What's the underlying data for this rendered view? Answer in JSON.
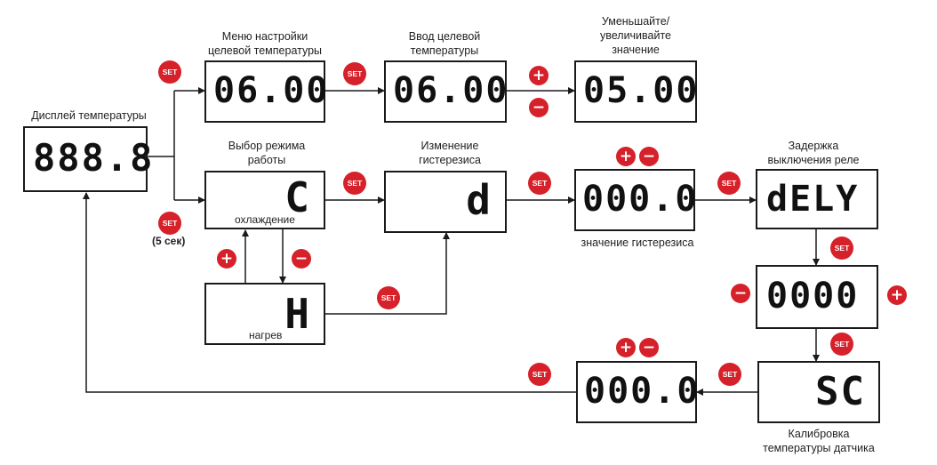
{
  "colors": {
    "accent": "#d6202a",
    "stroke": "#1a1a1a"
  },
  "labels": {
    "temp_display": "Дисплей температуры",
    "menu_target": "Меню настройки\nцелевой температуры",
    "input_target": "Ввод целевой\nтемпературы",
    "inc_dec": "Уменьшайте/\nувеличивайте\nзначение",
    "mode_select": "Выбор режима\nработы",
    "hysteresis_change": "Изменение\nгистерезиса",
    "relay_delay": "Задержка\nвыключения реле",
    "hysteresis_value": "значение гистерезиса",
    "calibration": "Калибровка\nтемпературы датчика",
    "cooling": "охлаждение",
    "heating": "нагрев",
    "hold_5s": "(5 сек)"
  },
  "displays": {
    "main": "888.8",
    "menu": "06.00",
    "input": "06.00",
    "result": "05.00",
    "mode_c": "C",
    "hyst_d": "d",
    "hyst_val": "000.0",
    "dely": "dELY",
    "delay_val": "0000",
    "sc": "SC",
    "calib_val": "000.0",
    "mode_h": "H"
  },
  "buttons": {
    "set": "SET",
    "plus": "+",
    "minus": "−"
  }
}
